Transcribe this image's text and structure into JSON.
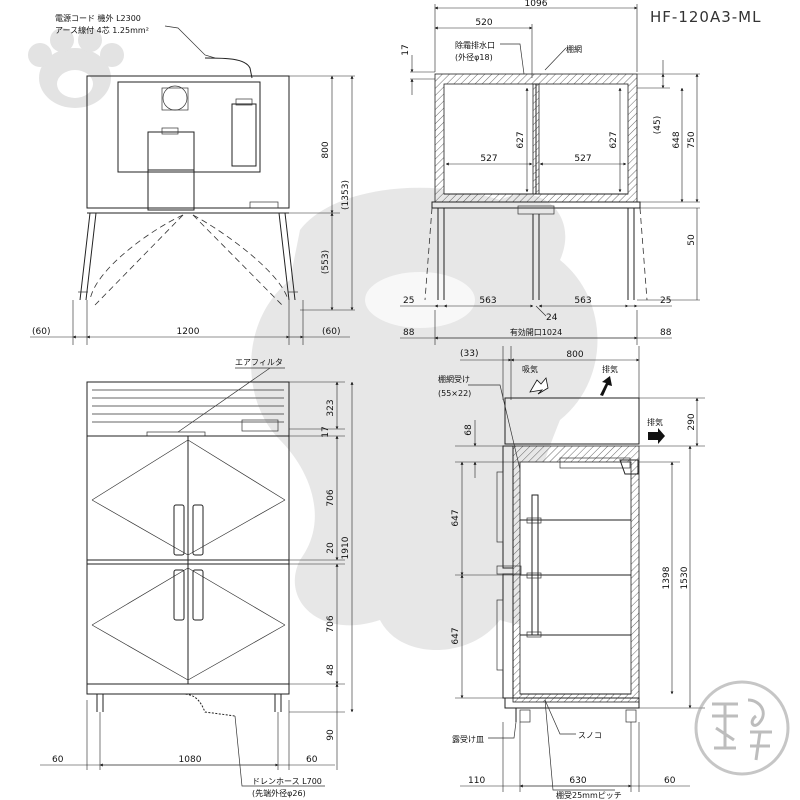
{
  "model": "HF-120A3-ML",
  "notes": {
    "power_cord": "電源コード 機外 L2300",
    "ground": "アース線付 4芯 1.25mm²",
    "air_filter": "エアフィルタ",
    "drain_outlet": "除霜排水口",
    "drain_outlet_dia": "(外径φ18)",
    "shelf_wire": "棚網",
    "shelf_rest": "棚網受け",
    "shelf_rest_size": "(55×22)",
    "intake": "吸気",
    "exhaust": "排気",
    "drip_tray": "露受け皿",
    "duckboard": "スノコ",
    "pitch": "棚受25mmピッチ",
    "drain_hose": "ドレンホース L700",
    "drain_hose_dia": "(先端外径φ26)",
    "effective_opening": "有効開口1024"
  },
  "dims": {
    "top_left": {
      "h800": "800",
      "h1353": "(1353)",
      "h553": "(553)",
      "w60l": "(60)",
      "w1200": "1200",
      "w60r": "(60)"
    },
    "top_right": {
      "w1096": "1096",
      "w520": "520",
      "h17": "17",
      "w527a": "527",
      "w527b": "527",
      "h627a": "627",
      "h627b": "627",
      "h45": "(45)",
      "h648": "648",
      "h750": "750",
      "h50": "50",
      "w25l": "25",
      "w563a": "563",
      "w563b": "563",
      "w25r": "25",
      "w24": "24",
      "w88l": "88",
      "w88r": "88"
    },
    "bottom_left": {
      "h323": "323",
      "h17": "17",
      "h706a": "706",
      "h20": "20",
      "h1910": "1910",
      "h706b": "706",
      "h48": "48",
      "h90": "90",
      "w60l": "60",
      "w1080": "1080",
      "w60r": "60"
    },
    "bottom_right": {
      "w33": "(33)",
      "w800": "800",
      "h290": "290",
      "h68": "68",
      "h647a": "647",
      "h647b": "647",
      "h1398": "1398",
      "h1530": "1530",
      "w110": "110",
      "w630": "630",
      "w60": "60"
    }
  },
  "colors": {
    "line": "#222222",
    "watermark": "#e3e3e3",
    "stamp": "#aaaaaa"
  }
}
